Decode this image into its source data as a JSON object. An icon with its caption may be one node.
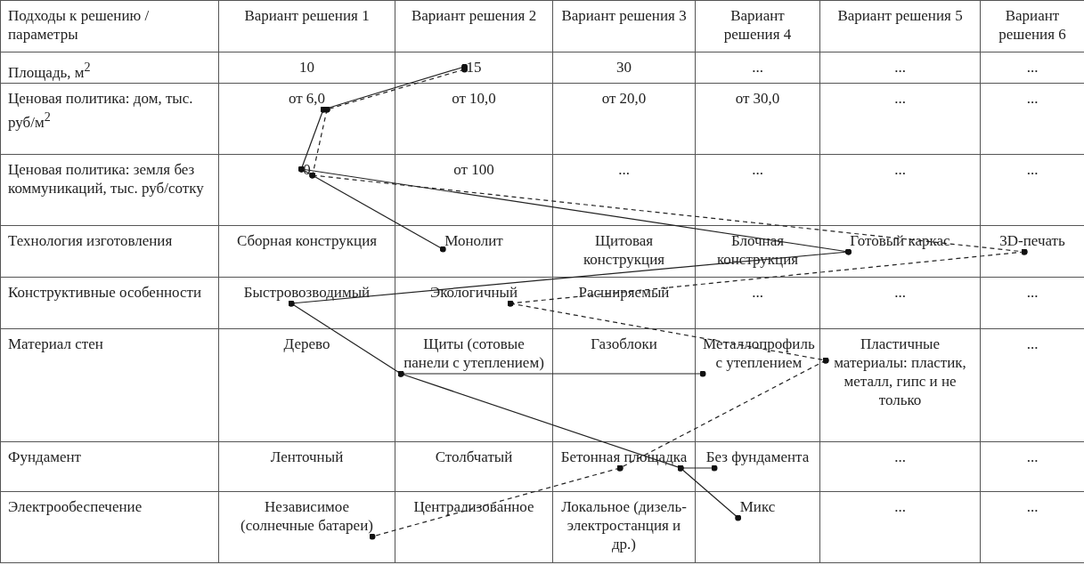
{
  "diagram": {
    "nodes": [
      {
        "text": [
          "Подходы к решению / параметры"
        ]
      },
      {
        "text": [
          "Вариант решения 1"
        ]
      },
      {
        "text": [
          "Вариант решения 2"
        ]
      },
      {
        "text": [
          "Вариант решения 3"
        ]
      },
      {
        "text": [
          "Вариант решения 4"
        ]
      },
      {
        "text": [
          "Вариант решения 5"
        ]
      },
      {
        "text": [
          "Вариант решения 6"
        ]
      },
      {
        "text": [
          "Площадь, м$^{2}$"
        ]
      },
      {
        "text": [
          "10"
        ]
      },
      {
        "text": [
          "15"
        ]
      },
      {
        "text": [
          "30"
        ]
      },
      {
        "text": [
          "..."
        ]
      },
      {
        "text": [
          "..."
        ]
      },
      {
        "text": [
          "..."
        ]
      },
      {
        "text": [
          "Ценовая политика: дом, тыс. руб/м$^{2}$"
        ]
      },
      {
        "text": [
          "от 6,0"
        ]
      },
      {
        "text": [
          "от 10,0"
        ]
      },
      {
        "text": [
          "от 20,0"
        ]
      },
      {
        "text": [
          "от 30,0"
        ]
      },
      {
        "text": [
          "..."
        ]
      },
      {
        "text": [
          "..."
        ]
      },
      {
        "text": [
          "Ценовая политика: земля без коммуникаций, тыс. руб/сотку"
        ]
      },
      {
        "text": [
          "0"
        ]
      },
      {
        "text": [
          "от 100"
        ]
      },
      {
        "text": [
          "..."
        ]
      },
      {
        "text": [
          "..."
        ]
      },
      {
        "text": [
          "..."
        ]
      },
      {
        "text": [
          "..."
        ]
      },
      {
        "text": [
          "Технология изготовления"
        ]
      },
      {
        "text": [
          "Сборная конструкция"
        ]
      },
      {
        "text": [
          "Монолит"
        ]
      },
      {
        "text": [
          "Щитовая конструкция"
        ]
      },
      {
        "text": [
          "Блочная конструкция"
        ]
      },
      {
        "text": [
          "Готовый каркас"
        ]
      },
      {
        "text": [
          "3D-печать"
        ]
      },
      {
        "text": [
          "Конструктивные особенности"
        ]
      },
      {
        "text": [
          "Быстровозводимый"
        ]
      },
      {
        "text": [
          "Экологичный"
        ]
      },
      {
        "text": [
          "Расширяемый"
        ]
      },
      {
        "text": [
          "..."
        ]
      },
      {
        "text": [
          "..."
        ]
      },
      {
        "text": [
          "..."
        ]
      },
      {
        "text": [
          "Материал стен"
        ]
      },
      {
        "text": [
          "Дерево"
        ]
      },
      {
        "text": [
          "Щиты (сотовые панели с утеплением)"
        ]
      },
      {
        "text": [
          "Газоблоки"
        ]
      },
      {
        "text": [
          "Металлопрофиль с утеплением"
        ]
      },
      {
        "text": [
          "Пластичные материалы: пластик, металл, гипс и не только"
        ]
      },
      {
        "text": [
          "..."
        ]
      },
      {
        "text": [
          "Фундамент"
        ]
      },
      {
        "text": [
          "Ленточный"
        ]
      },
      {
        "text": [
          "Столбчатый"
        ]
      },
      {
        "text": [
          "Бетонная площадка"
        ]
      },
      {
        "text": [
          "Без фундамента"
        ]
      },
      {
        "text": [
          "..."
        ]
      },
      {
        "text": [
          "..."
        ]
      },
      {
        "text": [
          "Электрообеспечение"
        ]
      },
      {
        "text": [
          "Независимое (солнечные батареи)"
        ]
      },
      {
        "text": [
          "Централизованное"
        ]
      },
      {
        "text": [
          "Локальное (дизель-электростанция и др.)"
        ]
      },
      {
        "text": [
          "Микс"
        ]
      },
      {
        "text": [
          "..."
        ]
      },
      {
        "text": [
          "..."
        ]
      }
    ],
    "edges": [
      {
        "from": 9,
        "to": 15,
        "arrow": "other"
      },
      {
        "from": 15,
        "to": 22,
        "arrow": "other"
      },
      {
        "from": 22,
        "to": 30,
        "arrow": "other"
      },
      {
        "from": 22,
        "to": 33,
        "arrow": "other"
      },
      {
        "from": 33,
        "to": 36,
        "arrow": "other"
      },
      {
        "from": 36,
        "to": 44,
        "arrow": "other"
      },
      {
        "from": 44,
        "to": 46,
        "arrow": "other"
      },
      {
        "from": 44,
        "to": 52,
        "arrow": "other"
      },
      {
        "from": 52,
        "to": 53,
        "arrow": "other"
      },
      {
        "from": 52,
        "to": 60,
        "arrow": "other"
      },
      {
        "from": 9,
        "to": 15,
        "arrow": "other",
        "style": "dashed"
      },
      {
        "from": 15,
        "to": 22,
        "arrow": "other",
        "style": "dashed"
      },
      {
        "from": 22,
        "to": 34,
        "arrow": "other",
        "style": "dashed"
      },
      {
        "from": 34,
        "to": 37,
        "arrow": "other",
        "style": "dashed"
      },
      {
        "from": 37,
        "to": 47,
        "arrow": "other",
        "style": "dashed"
      },
      {
        "from": 47,
        "to": 52,
        "arrow": "other",
        "style": "dashed"
      },
      {
        "from": 52,
        "to": 57,
        "arrow": "other",
        "style": "dashed"
      }
    ]
  }
}
